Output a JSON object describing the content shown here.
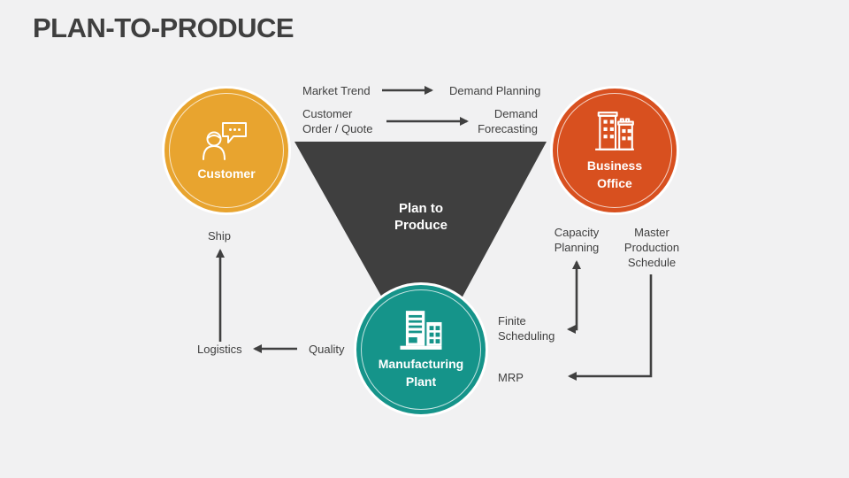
{
  "title": "PLAN-TO-PRODUCE",
  "colors": {
    "background": "#F1F1F2",
    "title": "#3F3F3F",
    "text": "#404040",
    "funnel": "#3F3F3F",
    "customer": "#E8A42F",
    "business_office": "#D8501F",
    "manufacturing_plant": "#15948A",
    "white": "#FFFFFF"
  },
  "funnel": {
    "label": "Plan to\nProduce"
  },
  "nodes": {
    "customer": {
      "label": "Customer",
      "icon": "person-chat-icon"
    },
    "business_office": {
      "label": "Business\nOffice",
      "icon": "office-buildings-icon"
    },
    "manufacturing_plant": {
      "label": "Manufacturing\nPlant",
      "icon": "factory-buildings-icon"
    }
  },
  "labels": {
    "market_trend": "Market Trend",
    "demand_planning": "Demand Planning",
    "customer_order": "Customer\nOrder / Quote",
    "demand_forecasting": "Demand\nForecasting",
    "capacity_planning": "Capacity\nPlanning",
    "master_production_schedule": "Master\nProduction\nSchedule",
    "finite_scheduling": "Finite\nScheduling",
    "mrp": "MRP",
    "ship": "Ship",
    "logistics": "Logistics",
    "quality": "Quality"
  }
}
